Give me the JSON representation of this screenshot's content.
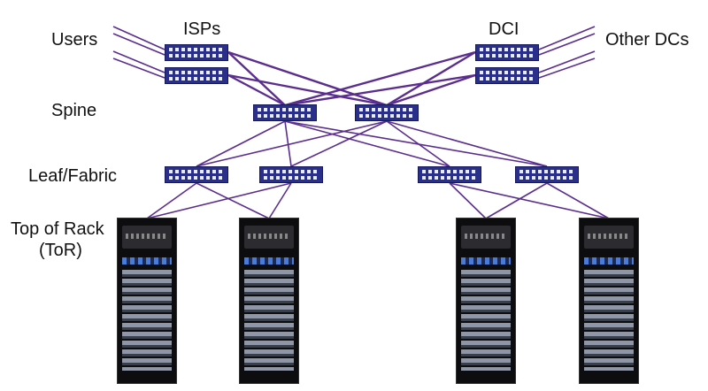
{
  "labels": {
    "users": "Users",
    "isps": "ISPs",
    "dci": "DCI",
    "other_dcs": "Other DCs",
    "spine": "Spine",
    "leaf_fabric": "Leaf/Fabric",
    "tor_line1": "Top of Rack",
    "tor_line2": "(ToR)"
  },
  "colors": {
    "link": "#5b2d8e",
    "switch": "#2a2f8c",
    "rack": "#0d0d10"
  }
}
